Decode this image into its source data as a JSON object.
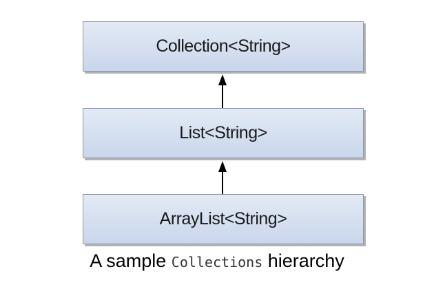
{
  "diagram": {
    "nodes": [
      {
        "id": "collection",
        "label": "Collection<String>"
      },
      {
        "id": "list",
        "label": "List<String>"
      },
      {
        "id": "arraylist",
        "label": "ArrayList<String>"
      }
    ],
    "edges": [
      {
        "from": "list",
        "to": "collection"
      },
      {
        "from": "arraylist",
        "to": "list"
      }
    ],
    "colors": {
      "box_fill_top": "#e3eaf5",
      "box_fill_bottom": "#c9d6eb",
      "box_border": "#8a97aa",
      "arrow": "#000000"
    }
  },
  "caption": {
    "prefix": "A sample ",
    "code": "Collections",
    "suffix": " hierarchy"
  }
}
